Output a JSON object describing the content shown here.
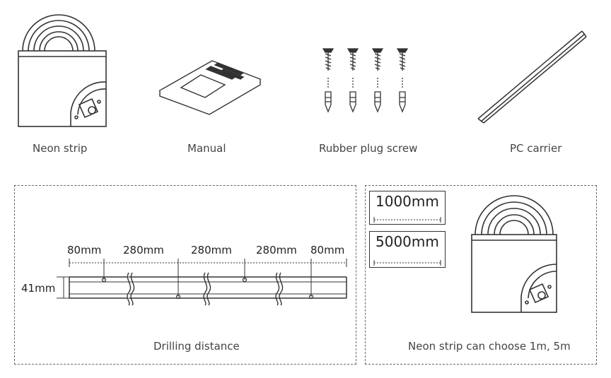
{
  "items": [
    {
      "name": "neon-strip",
      "label": "Neon strip"
    },
    {
      "name": "manual",
      "label": "Manual"
    },
    {
      "name": "rubber-plug-screw",
      "label": "Rubber plug screw"
    },
    {
      "name": "pc-carrier",
      "label": "PC carrier"
    }
  ],
  "drilling": {
    "caption": "Drilling distance",
    "height_label": "41mm",
    "segments": [
      "80mm",
      "280mm",
      "280mm",
      "280mm",
      "80mm"
    ]
  },
  "lengths": {
    "caption": "Neon strip can choose 1m, 5m",
    "options": [
      "1000mm",
      "5000mm"
    ]
  }
}
